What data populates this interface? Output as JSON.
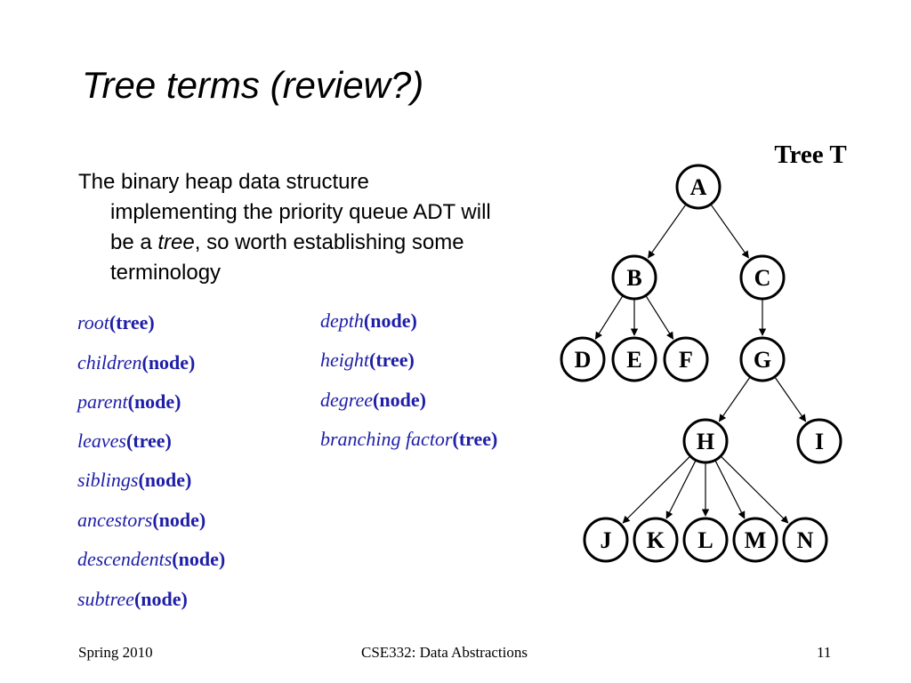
{
  "slide": {
    "title": "Tree terms (review?)",
    "intro": {
      "line1": "The binary heap data structure",
      "line2": "implementing the priority queue ADT will",
      "line3_pre": "be a ",
      "line3_em": "tree",
      "line3_post": ", so worth establishing some",
      "line4": "terminology"
    },
    "terms_left": [
      {
        "word": "root",
        "scope": "(tree)"
      },
      {
        "word": "children",
        "scope": "(node)"
      },
      {
        "word": "parent",
        "scope": "(node)"
      },
      {
        "word": "leaves",
        "scope": "(tree)"
      },
      {
        "word": "siblings",
        "scope": "(node)"
      },
      {
        "word": "ancestors",
        "scope": "(node)"
      },
      {
        "word": "descendents",
        "scope": "(node)"
      },
      {
        "word": "subtree",
        "scope": "(node)"
      }
    ],
    "terms_right": [
      {
        "word": "depth",
        "scope": "(node)"
      },
      {
        "word": "height",
        "scope": "(tree)"
      },
      {
        "word": "degree",
        "scope": "(node)"
      },
      {
        "word": "branching factor",
        "scope": "(tree)"
      }
    ],
    "footer": {
      "left": "Spring 2010",
      "center": "CSE332: Data Abstractions",
      "right": "11"
    }
  },
  "tree": {
    "title": "Tree T",
    "nodes": [
      "A",
      "B",
      "C",
      "D",
      "E",
      "F",
      "G",
      "H",
      "I",
      "J",
      "K",
      "L",
      "M",
      "N"
    ],
    "edges": [
      [
        "A",
        "B"
      ],
      [
        "A",
        "C"
      ],
      [
        "B",
        "D"
      ],
      [
        "B",
        "E"
      ],
      [
        "B",
        "F"
      ],
      [
        "C",
        "G"
      ],
      [
        "G",
        "H"
      ],
      [
        "G",
        "I"
      ],
      [
        "H",
        "J"
      ],
      [
        "H",
        "K"
      ],
      [
        "H",
        "L"
      ],
      [
        "H",
        "M"
      ],
      [
        "H",
        "N"
      ]
    ]
  },
  "colors": {
    "term_text": "#1e1ea8",
    "text": "#000000",
    "background": "#ffffff"
  }
}
